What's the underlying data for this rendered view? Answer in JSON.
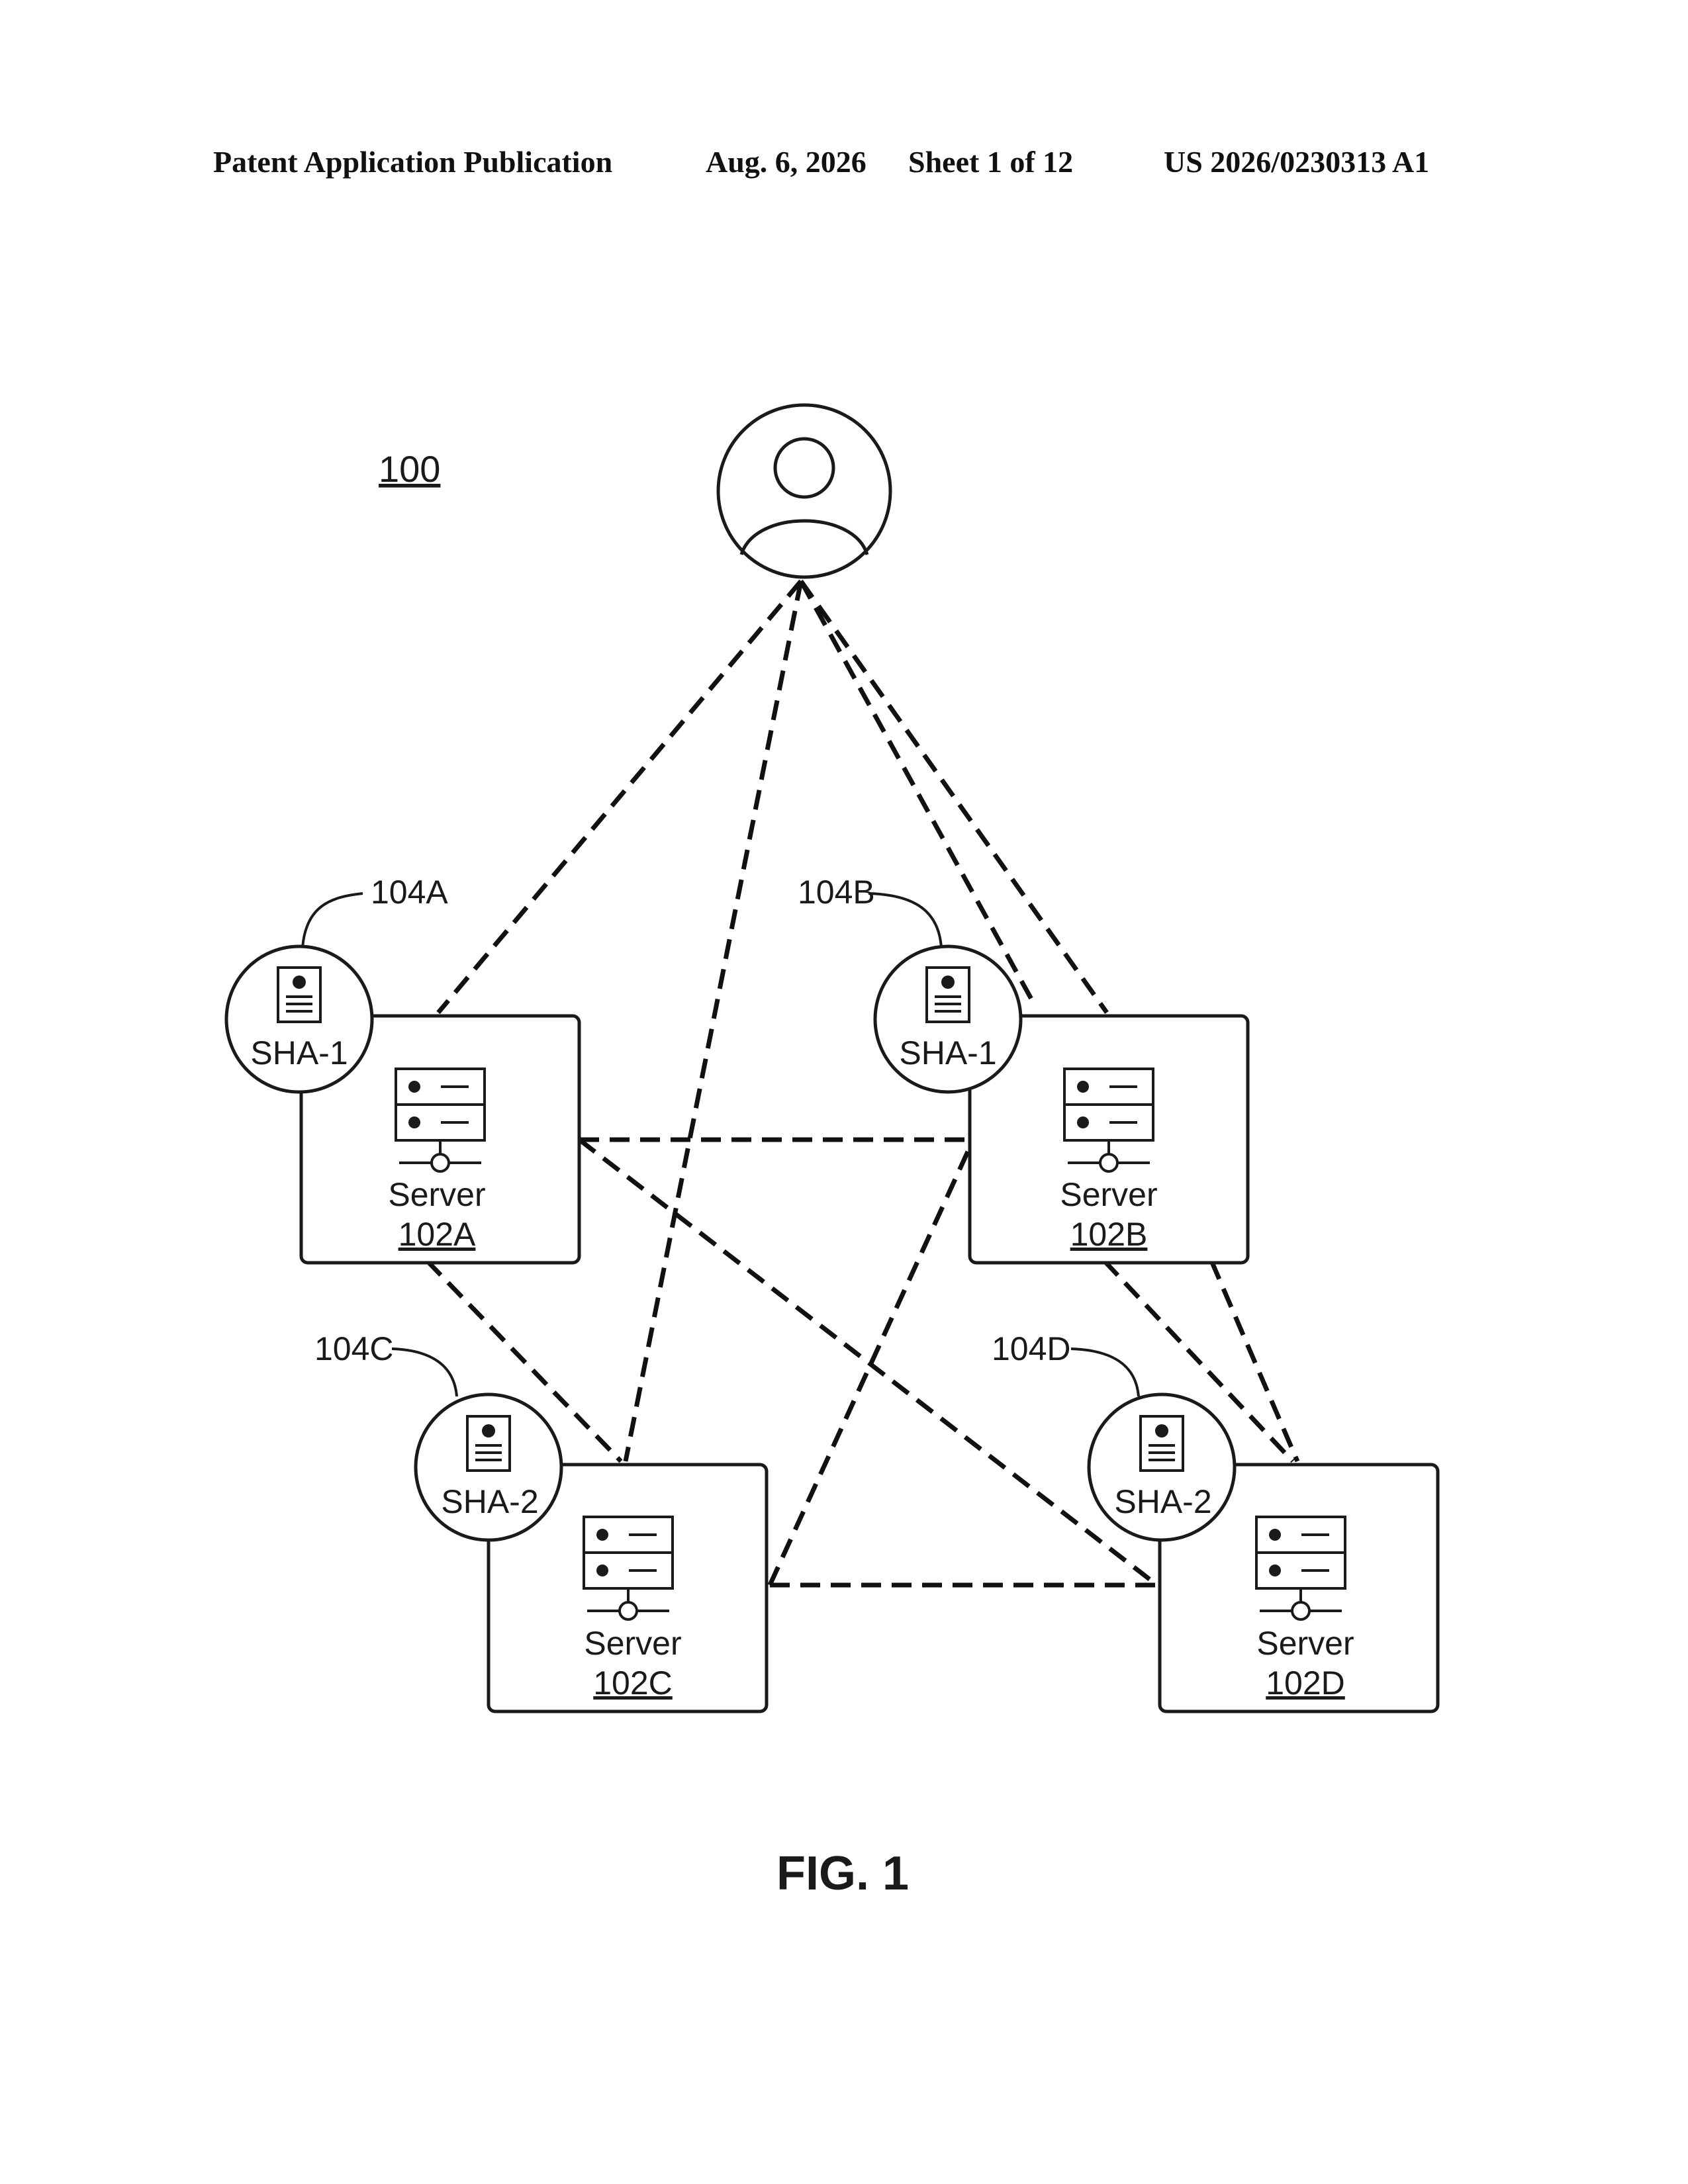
{
  "header": {
    "publication": "Patent Application Publication",
    "date": "Aug. 6, 2026",
    "sheet": "Sheet 1 of 12",
    "number": "US 2026/0230313 A1"
  },
  "figure": {
    "system_ref": "100",
    "caption": "FIG. 1",
    "user_icon": "user-avatar-icon",
    "servers": [
      {
        "label": "Server",
        "ref": "102A",
        "icon": "server-icon"
      },
      {
        "label": "Server",
        "ref": "102B",
        "icon": "server-icon"
      },
      {
        "label": "Server",
        "ref": "102C",
        "icon": "server-icon"
      },
      {
        "label": "Server",
        "ref": "102D",
        "icon": "server-icon"
      }
    ],
    "agents": [
      {
        "label": "SHA-1",
        "ref": "104A",
        "icon": "document-icon"
      },
      {
        "label": "SHA-1",
        "ref": "104B",
        "icon": "document-icon"
      },
      {
        "label": "SHA-2",
        "ref": "104C",
        "icon": "document-icon"
      },
      {
        "label": "SHA-2",
        "ref": "104D",
        "icon": "document-icon"
      }
    ]
  }
}
